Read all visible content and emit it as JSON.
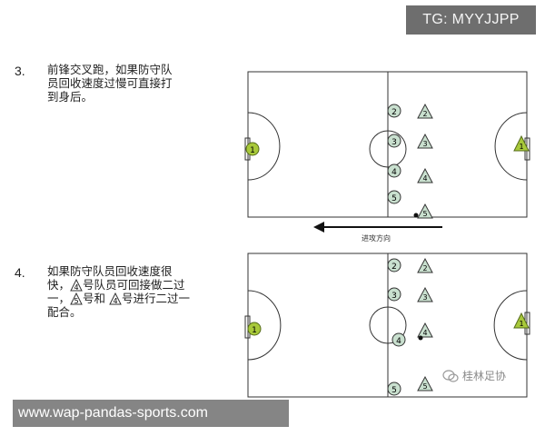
{
  "tag": {
    "text": "TG: MYYJJPP"
  },
  "section3": {
    "number": "3.",
    "lines": [
      "前锋交叉跑，如果防守队",
      "员回收速度过慢可直接打",
      "到身后。"
    ]
  },
  "section4": {
    "number": "4.",
    "line1": "如果防守队员回收速度很",
    "line2_pre": "快，",
    "line2_post": "号队员可回接做二过",
    "line3_pre": "一，",
    "line3_mid": "号和",
    "line3_post": "号进行二过一",
    "line4": "配合。",
    "tri_a": "4",
    "tri_b": "5",
    "tri_c": "4"
  },
  "diagram1": {
    "left_keeper": "1",
    "right_keeper": "1",
    "circles": [
      "2",
      "3",
      "4",
      "5"
    ],
    "triangles": [
      "2",
      "3",
      "4",
      "5"
    ]
  },
  "diagram2": {
    "left_keeper": "1",
    "right_keeper": "1",
    "circles": [
      "2",
      "3",
      "4",
      "5"
    ],
    "triangles": [
      "2",
      "3",
      "4",
      "5"
    ]
  },
  "caption": {
    "attack_direction": "进攻方向"
  },
  "brand": {
    "text": "桂林足协",
    "icon": "wechat-icon"
  },
  "watermark": {
    "text": "www.wap-pandas-sports.com"
  },
  "colors": {
    "circle_fill": "#c9e0cf",
    "triangle_fill": "#c9e0cf",
    "keeper_fill": "#a8c93a",
    "line": "#333333"
  }
}
